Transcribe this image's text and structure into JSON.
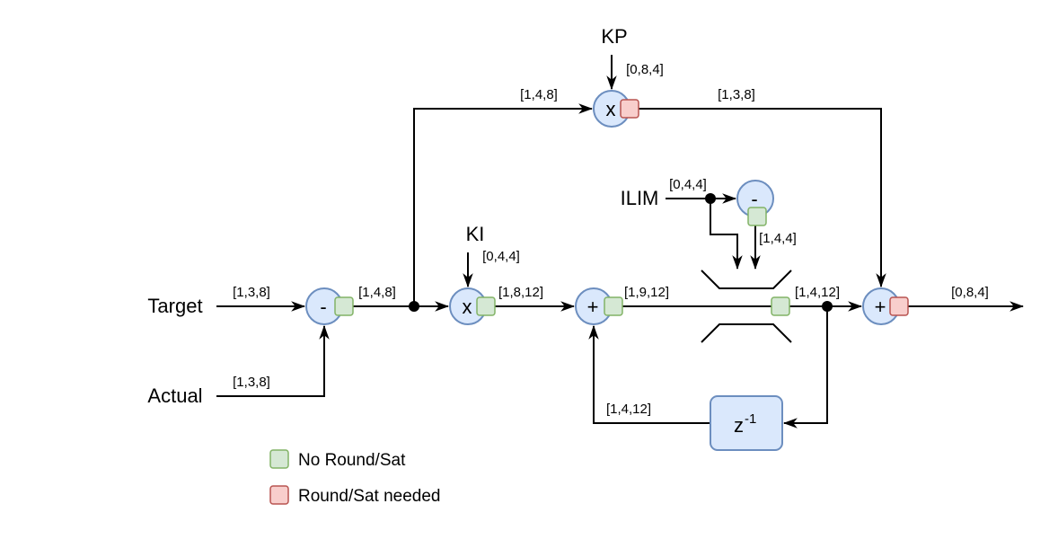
{
  "inputs": {
    "target": "Target",
    "actual": "Actual",
    "kp": "KP",
    "ki": "KI",
    "ilim": "ILIM"
  },
  "operators": {
    "subtract": "-",
    "multiply_kp": "x",
    "multiply_ki": "x",
    "add_integrator": "+",
    "add_output": "+",
    "negate_ilim": "-",
    "delay": "z",
    "delay_exponent": "-1"
  },
  "formats": {
    "target": "[1,3,8]",
    "actual": "[1,3,8]",
    "error": "[1,4,8]",
    "error_to_kp": "[1,4,8]",
    "kp": "[0,8,4]",
    "kp_product": "[1,3,8]",
    "ki": "[0,4,4]",
    "ki_product": "[1,8,12]",
    "sum": "[1,9,12]",
    "ilim": "[0,4,4]",
    "neg_ilim": "[1,4,4]",
    "clamped": "[1,4,12]",
    "feedback": "[1,4,12]",
    "output": "[0,8,4]"
  },
  "legend": {
    "no_round": "No Round/Sat",
    "round_needed": "Round/Sat needed"
  },
  "colors": {
    "node_fill": "#dae8fc",
    "node_stroke": "#6c8ebf",
    "no_round_fill": "#d5e8d4",
    "no_round_stroke": "#82b366",
    "round_fill": "#f8cecc",
    "round_stroke": "#b85450"
  }
}
